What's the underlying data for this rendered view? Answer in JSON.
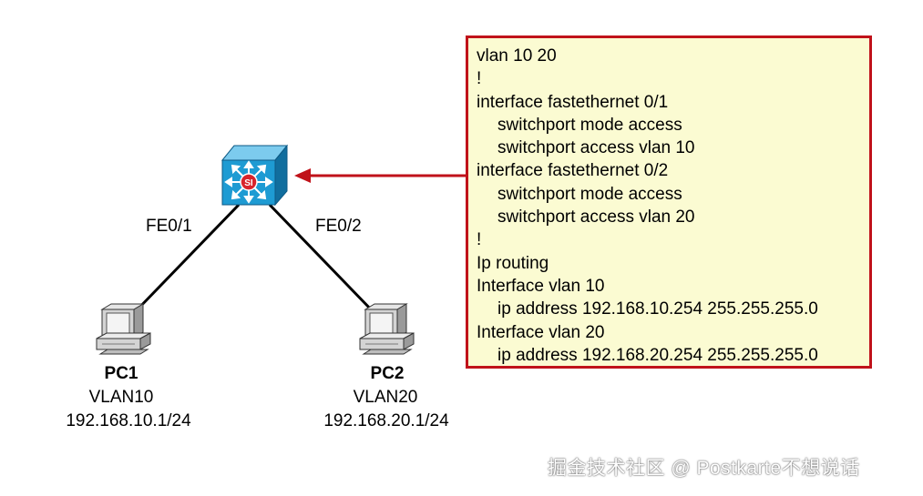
{
  "switch": {
    "icon": "layer3-switch-icon",
    "badge": "SI"
  },
  "links": [
    {
      "port": "FE0/1"
    },
    {
      "port": "FE0/2"
    }
  ],
  "pcs": [
    {
      "name": "PC1",
      "vlan": "VLAN10",
      "ip": "192.168.10.1/24",
      "icon": "computer-icon"
    },
    {
      "name": "PC2",
      "vlan": "VLAN20",
      "ip": "192.168.20.1/24",
      "icon": "computer-icon"
    }
  ],
  "config": {
    "lines": [
      {
        "text": "vlan 10 20",
        "indent": false
      },
      {
        "text": "!",
        "indent": false
      },
      {
        "text": "interface fastethernet 0/1",
        "indent": false
      },
      {
        "text": "switchport mode access",
        "indent": true
      },
      {
        "text": "switchport access vlan 10",
        "indent": true
      },
      {
        "text": "interface fastethernet 0/2",
        "indent": false
      },
      {
        "text": "switchport mode access",
        "indent": true
      },
      {
        "text": "switchport access vlan 20",
        "indent": true
      },
      {
        "text": "!",
        "indent": false
      },
      {
        "text": "Ip routing",
        "indent": false
      },
      {
        "text": "Interface vlan 10",
        "indent": false
      },
      {
        "text": "ip address 192.168.10.254 255.255.255.0",
        "indent": true
      },
      {
        "text": "Interface vlan 20",
        "indent": false
      },
      {
        "text": "ip address 192.168.20.254 255.255.255.0",
        "indent": true
      }
    ]
  },
  "colors": {
    "box_border": "#c0121a",
    "box_fill": "#fbfbd2",
    "arrow": "#c0121a",
    "switch_blue": "#1e9bd3"
  },
  "watermark": "掘金技术社区 @ Postkarte不想说话"
}
